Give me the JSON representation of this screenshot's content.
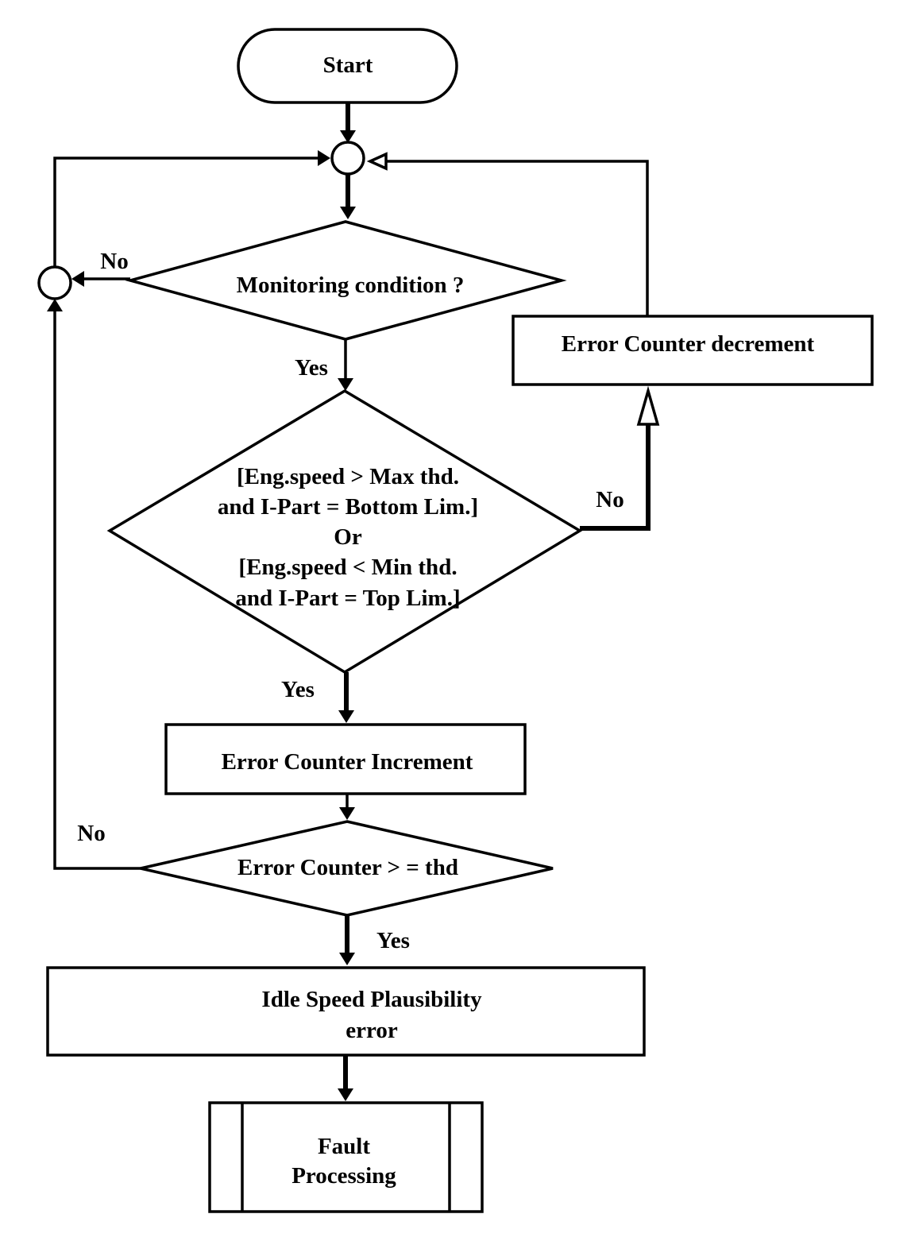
{
  "nodes": {
    "start": "Start",
    "monitoring": "Monitoring condition ?",
    "condition": [
      "[Eng.speed > Max thd.",
      "and I-Part = Bottom Lim.]",
      "Or",
      "[Eng.speed < Min thd.",
      "and I-Part = Top Lim.]"
    ],
    "decrement": "Error Counter decrement",
    "increment": "Error Counter Increment",
    "threshold": "Error Counter > = thd",
    "plausibility": [
      "Idle Speed Plausibility",
      "error"
    ],
    "fault": [
      "Fault",
      "Processing"
    ]
  },
  "edges": {
    "monitoring_no": "No",
    "monitoring_yes": "Yes",
    "condition_no": "No",
    "condition_yes": "Yes",
    "threshold_no": "No",
    "threshold_yes": "Yes"
  }
}
